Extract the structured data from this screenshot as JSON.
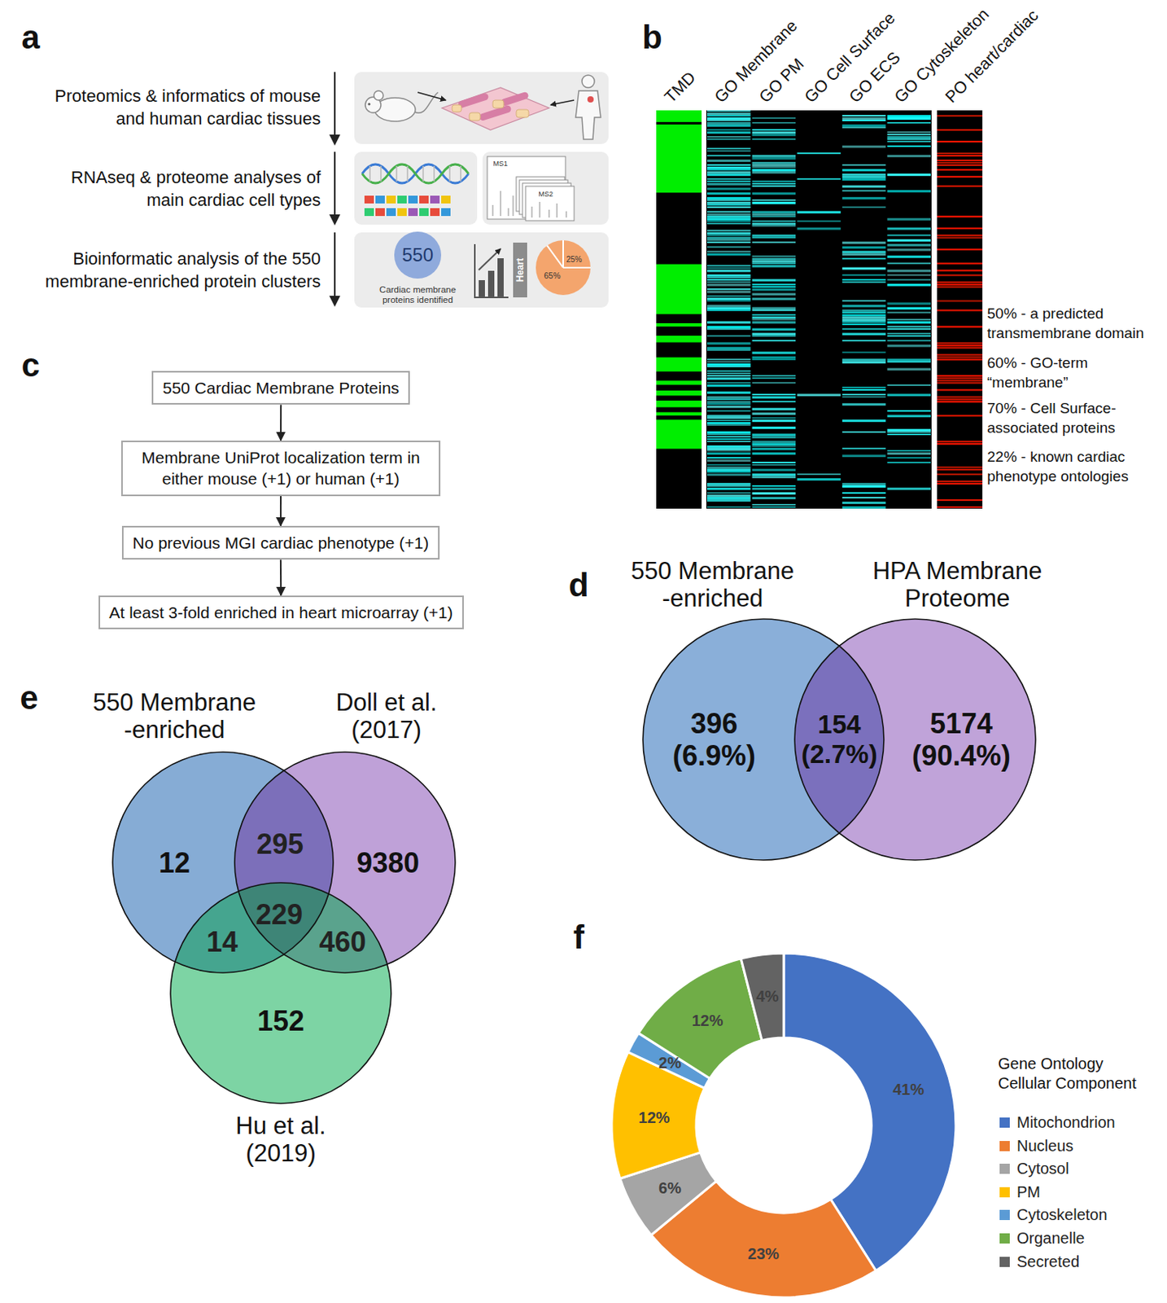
{
  "diagram": {
    "nodes": [
      {
        "text": [
          "550 Cardiac Membrane Proteins"
        ]
      },
      {
        "text": [
          "Membrane UniProt localization term in either mouse (+1) or human (+1)"
        ]
      },
      {
        "text": [
          "No previous MGI cardiac phenotype (+1)"
        ]
      },
      {
        "text": [
          "At least 3-fold enriched in heart microarray (+1)"
        ]
      },
      {
        "text": [
          "550 Membrane -enriched",
          "396 (6.9%)"
        ]
      },
      {
        "text": [
          "HPA Membrane Proteome",
          "5174 (90.4%)"
        ]
      },
      {
        "text": [
          "550 Membrane -enriched",
          "12"
        ]
      },
      {
        "text": [
          "Doll et al. (2017)",
          "9380"
        ]
      },
      {
        "text": [
          "Hu et al. (2019)",
          "152"
        ]
      }
    ],
    "edges": [
      {
        "from": 0,
        "to": 1,
        "arrow": "to"
      },
      {
        "from": 1,
        "to": 2,
        "arrow": "to"
      },
      {
        "from": 2,
        "to": 3,
        "arrow": "to"
      }
    ],
    "labels": [
      "a",
      "Proteomics & informatics of mouse and human cardiac tissues",
      "RNAseq & proteome analyses of main cardiac cell types",
      "Bioinformatic analysis of the 550 membrane-enriched protein clusters",
      "MS1",
      "MS2",
      "550",
      "Cardiac membrane proteins identified",
      "Heart",
      "65%",
      "25%",
      "b",
      "TMD",
      "GO Membrane",
      "GO PM",
      "GO Cell Surface",
      "GO ECS",
      "GO Cytoskeleton",
      "PO heart/cardiac",
      "50% - a predicted transmembrane domain",
      "60% - GO-term “membrane”",
      "70% - Cell Surface-associated proteins",
      "22% - known cardiac phenotype ontologies",
      "c",
      "d",
      "154 (2.7%)",
      "e",
      "295",
      "229",
      "14",
      "460",
      "f",
      "41%",
      "23%",
      "6%",
      "12%",
      "2%",
      "12%",
      "4%",
      "Gene Ontology Cellular Component"
    ],
    "legend": [
      {
        "text": "Mitochondrion",
        "color": "#4472C4"
      },
      {
        "text": "Nucleus",
        "color": "#ED7D31"
      },
      {
        "text": "Cytosol",
        "color": "#A5A5A5"
      },
      {
        "text": "PM",
        "color": "#FFC000"
      },
      {
        "text": "Cytoskeleton",
        "color": "#5B9BD5"
      },
      {
        "text": "Organelle",
        "color": "#70AD47"
      },
      {
        "text": "Secreted",
        "color": "#636363"
      }
    ]
  }
}
